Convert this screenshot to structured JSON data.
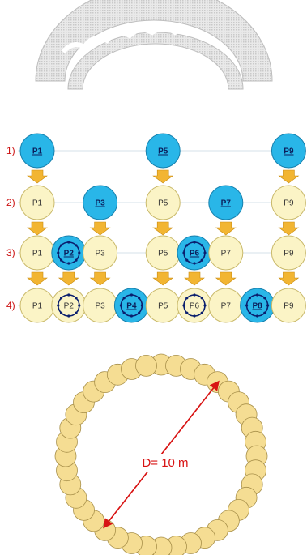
{
  "colors": {
    "primary_pile": "#29b6e8",
    "secondary_pile": "#fbf4c6",
    "ring_pile": "#f5dd93",
    "arrow": "#f2b532",
    "dimension": "#d81414"
  },
  "rows": [
    {
      "label": "1)",
      "piles": [
        {
          "slot": 1,
          "label": "P1",
          "kind": "primary"
        },
        {
          "slot": 5,
          "label": "P5",
          "kind": "primary"
        },
        {
          "slot": 9,
          "label": "P9",
          "kind": "primary"
        }
      ]
    },
    {
      "label": "2)",
      "piles": [
        {
          "slot": 1,
          "label": "P1",
          "kind": "cast"
        },
        {
          "slot": 3,
          "label": "P3",
          "kind": "primary"
        },
        {
          "slot": 5,
          "label": "P5",
          "kind": "cast"
        },
        {
          "slot": 7,
          "label": "P7",
          "kind": "primary"
        },
        {
          "slot": 9,
          "label": "P9",
          "kind": "cast"
        }
      ]
    },
    {
      "label": "3)",
      "piles": [
        {
          "slot": 1,
          "label": "P1",
          "kind": "cast"
        },
        {
          "slot": 2,
          "label": "P2",
          "kind": "secondary-active"
        },
        {
          "slot": 3,
          "label": "P3",
          "kind": "cast"
        },
        {
          "slot": 5,
          "label": "P5",
          "kind": "cast"
        },
        {
          "slot": 6,
          "label": "P6",
          "kind": "secondary-active"
        },
        {
          "slot": 7,
          "label": "P7",
          "kind": "cast"
        },
        {
          "slot": 9,
          "label": "P9",
          "kind": "cast"
        }
      ]
    },
    {
      "label": "4)",
      "piles": [
        {
          "slot": 1,
          "label": "P1",
          "kind": "cast"
        },
        {
          "slot": 2,
          "label": "P2",
          "kind": "secondary-cast"
        },
        {
          "slot": 3,
          "label": "P3",
          "kind": "cast"
        },
        {
          "slot": 4,
          "label": "P4",
          "kind": "secondary-active"
        },
        {
          "slot": 5,
          "label": "P5",
          "kind": "cast"
        },
        {
          "slot": 6,
          "label": "P6",
          "kind": "secondary-cast"
        },
        {
          "slot": 7,
          "label": "P7",
          "kind": "cast"
        },
        {
          "slot": 8,
          "label": "P8",
          "kind": "secondary-active"
        },
        {
          "slot": 9,
          "label": "P9",
          "kind": "cast"
        }
      ]
    }
  ],
  "ring": {
    "pile_count": 40,
    "dimension_label": "D= 10 m"
  }
}
